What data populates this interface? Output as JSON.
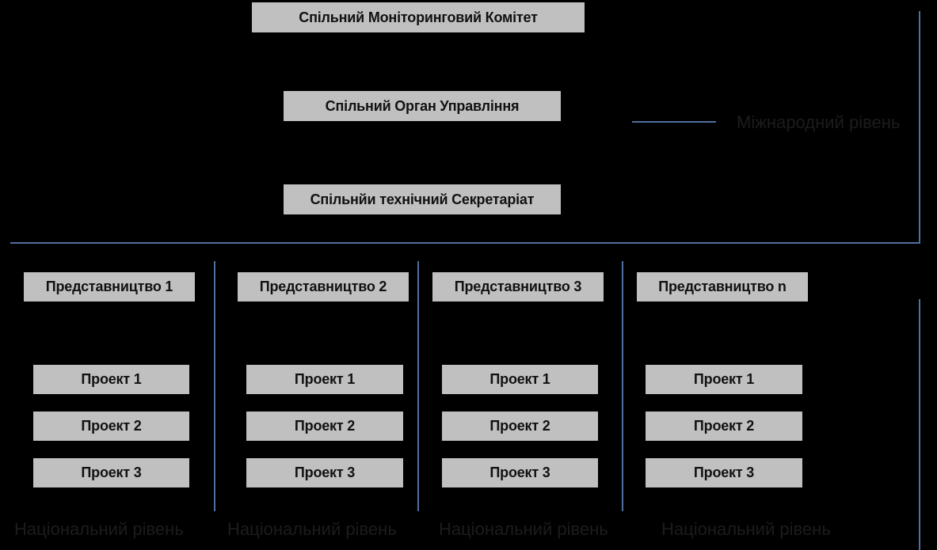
{
  "colors": {
    "background": "#000000",
    "box": "#c0c0c0",
    "box_text": "#111111",
    "line": "#4f6fa0",
    "faded_label": "#1c1c1c"
  },
  "top": {
    "monitoring_committee": "Спільний Моніторинговий Комітет",
    "managing_authority": "Спільний Орган Управління",
    "technical_secretariat": "Спільнйи технічний Секретаріат",
    "level_label": "Міжнародний рівень"
  },
  "branches": [
    {
      "title": "Представництво 1",
      "projects": [
        "Проект 1",
        "Проект 2",
        "Проект 3"
      ],
      "level_label": "Національний рівень"
    },
    {
      "title": "Представництво 2",
      "projects": [
        "Проект 1",
        "Проект 2",
        "Проект 3"
      ],
      "level_label": "Національний рівень"
    },
    {
      "title": "Представництво 3",
      "projects": [
        "Проект 1",
        "Проект 2",
        "Проект 3"
      ],
      "level_label": "Національний рівень"
    },
    {
      "title": "Представництво n",
      "projects": [
        "Проект 1",
        "Проект 2",
        "Проект 3"
      ],
      "level_label": "Національний рівень"
    }
  ]
}
